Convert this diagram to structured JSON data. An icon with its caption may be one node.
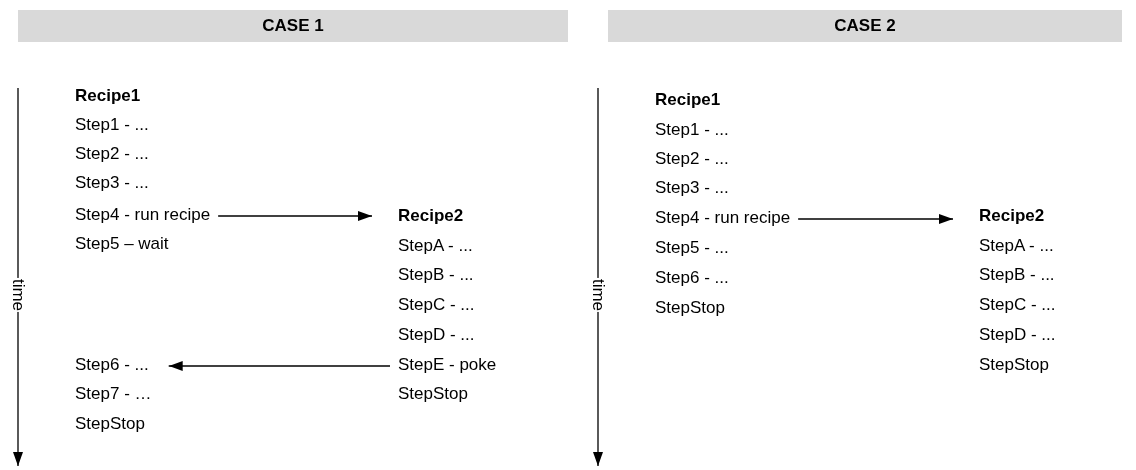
{
  "diagram": {
    "nodes": [
      {
        "text": [
          "CASE 1"
        ]
      },
      {
        "text": [
          "CASE 2"
        ]
      },
      {
        "text": [
          "Step4 - run recipe"
        ]
      },
      {
        "text": [
          "Recipe2"
        ]
      },
      {
        "text": [
          "StepE - poke"
        ]
      },
      {
        "text": [
          "Step6 - ..."
        ]
      },
      {
        "text": [
          "Step4 - run recipe"
        ]
      },
      {
        "text": [
          "Recipe2"
        ]
      }
    ],
    "edges": [
      {
        "from": 2,
        "to": 3,
        "arrow": "to"
      },
      {
        "from": 4,
        "to": 5,
        "arrow": "to"
      },
      {
        "from": 6,
        "to": 7,
        "arrow": "to"
      }
    ],
    "labels": [
      "time",
      "Recipe1",
      "Step1 - ...",
      "Step2 - ...",
      "Step3 - ...",
      "Step5 – wait",
      "StepA - ...",
      "StepB - ...",
      "StepC - ...",
      "StepD - ...",
      "StepStop",
      "Step7 - …",
      "StepStop",
      "time",
      "Recipe1",
      "Step1 - ...",
      "Step2 - ...",
      "Step3 - ...",
      "Step5 - ...",
      "Step6 - ...",
      "StepStop",
      "StepA - ...",
      "StepB - ...",
      "StepC - ...",
      "StepD - ...",
      "StepStop"
    ]
  }
}
